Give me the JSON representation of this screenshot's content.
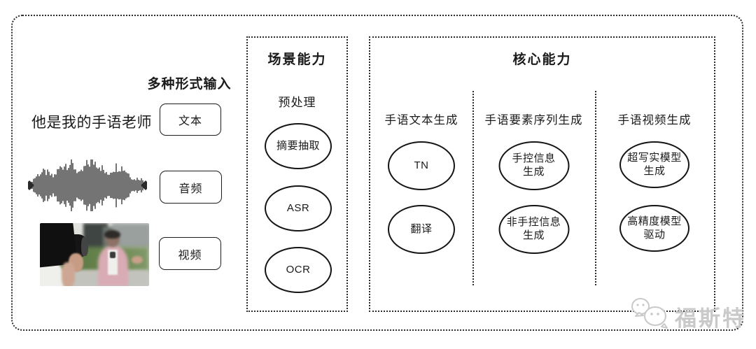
{
  "input_section": {
    "label": "多种形式输入",
    "text_example": "他是我的手语老师",
    "types": [
      {
        "label": "文本"
      },
      {
        "label": "音频"
      },
      {
        "label": "视频"
      }
    ]
  },
  "scene_box": {
    "title": "场景能力",
    "subtitle": "预处理",
    "capabilities": [
      "摘要抽取",
      "ASR",
      "OCR"
    ]
  },
  "core_box": {
    "title": "核心能力",
    "columns": [
      {
        "header": "手语文本生成",
        "items": [
          "TN",
          "翻译"
        ]
      },
      {
        "header": "手语要素序列生成",
        "items": [
          "手控信息\n生成",
          "非手控信息\n生成"
        ]
      },
      {
        "header": "手语视频生成",
        "items": [
          "超写实模型\n生成",
          "高精度模型\n驱动"
        ]
      }
    ]
  },
  "watermark": {
    "text": "福斯特"
  },
  "icons": {
    "waveform": "audio-waveform-icon",
    "photo": "camera-interview-photo",
    "logo": "mascot-faces-logo"
  },
  "colors": {
    "line": "#1a1a1a",
    "border_dotted": "#2b2b2b",
    "watermark": "#c9c9c9",
    "background": "#ffffff"
  }
}
